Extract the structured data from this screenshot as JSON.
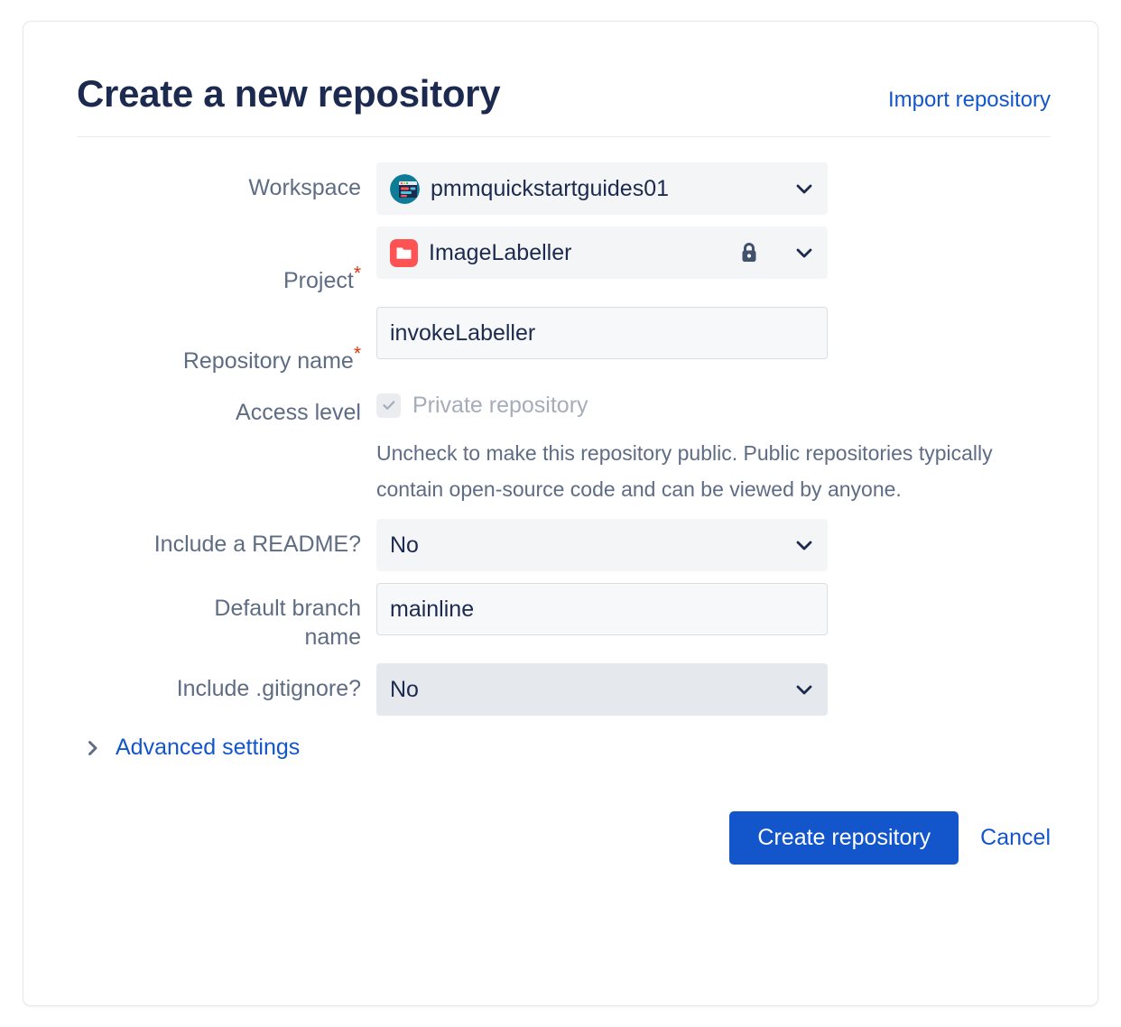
{
  "header": {
    "title": "Create a new repository",
    "import_link": "Import repository"
  },
  "form": {
    "workspace": {
      "label": "Workspace",
      "value": "pmmquickstartguides01",
      "avatar_icon": "workspace-avatar-icon",
      "chevron_icon": "chevron-down-icon"
    },
    "project": {
      "label": "Project",
      "required": "*",
      "value": "ImageLabeller",
      "avatar_icon": "project-folder-icon",
      "lock_icon": "lock-icon",
      "chevron_icon": "chevron-down-icon"
    },
    "repository_name": {
      "label": "Repository name",
      "required": "*",
      "value": "invokeLabeller",
      "placeholder": ""
    },
    "access_level": {
      "label": "Access level",
      "checkbox_label": "Private repository",
      "checked": true,
      "help_text": "Uncheck to make this repository public. Public repositories typically contain open-source code and can be viewed by anyone."
    },
    "include_readme": {
      "label": "Include a README?",
      "value": "No",
      "chevron_icon": "chevron-down-icon"
    },
    "default_branch": {
      "label": "Default branch\nname",
      "value": "mainline",
      "placeholder": ""
    },
    "include_gitignore": {
      "label": "Include .gitignore?",
      "value": "No",
      "chevron_icon": "chevron-down-icon"
    },
    "advanced_settings": {
      "label": "Advanced settings",
      "chevron_icon": "chevron-right-icon"
    }
  },
  "actions": {
    "submit_label": "Create repository",
    "cancel_label": "Cancel"
  },
  "colors": {
    "accent_blue": "#1356CB",
    "title_navy": "#1B2A4E",
    "label_slate": "#5E6C84",
    "required_red": "#DE350B",
    "project_icon_red": "#FF5252",
    "workspace_icon_teal": "#0E7C97",
    "field_bg": "#F4F5F7",
    "field_bg_shaded": "#E5E8EC",
    "disabled_text": "#A5ADBA"
  }
}
